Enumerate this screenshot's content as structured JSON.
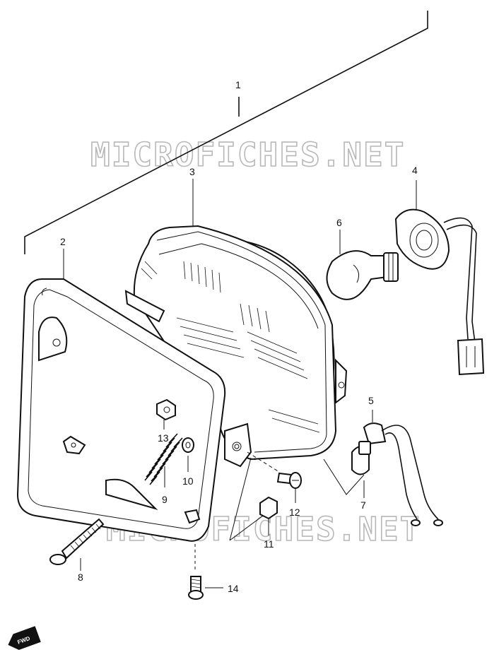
{
  "watermark": {
    "top": "MICROFICHES.NET",
    "bottom": "MICROFICHES.NET"
  },
  "callouts": [
    {
      "id": "callout-1",
      "label": "1"
    },
    {
      "id": "callout-2",
      "label": "2"
    },
    {
      "id": "callout-3",
      "label": "3"
    },
    {
      "id": "callout-4",
      "label": "4"
    },
    {
      "id": "callout-5",
      "label": "5"
    },
    {
      "id": "callout-6",
      "label": "6"
    },
    {
      "id": "callout-7",
      "label": "7"
    },
    {
      "id": "callout-8",
      "label": "8"
    },
    {
      "id": "callout-9",
      "label": "9"
    },
    {
      "id": "callout-10",
      "label": "10"
    },
    {
      "id": "callout-11",
      "label": "11"
    },
    {
      "id": "callout-12",
      "label": "12"
    },
    {
      "id": "callout-13",
      "label": "13"
    },
    {
      "id": "callout-14",
      "label": "14"
    }
  ],
  "fwd_badge": "FWD"
}
